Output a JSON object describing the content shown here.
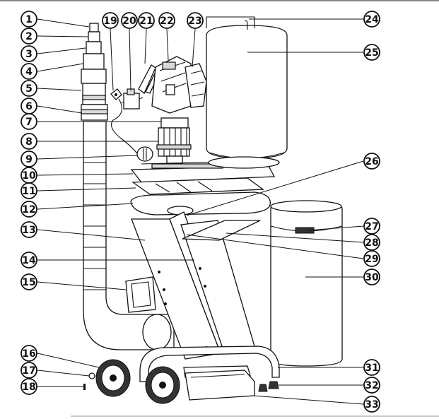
{
  "callouts": [
    {
      "id": "1",
      "label": "1"
    },
    {
      "id": "2",
      "label": "2"
    },
    {
      "id": "3",
      "label": "3"
    },
    {
      "id": "4",
      "label": "4"
    },
    {
      "id": "5",
      "label": "5"
    },
    {
      "id": "6",
      "label": "6"
    },
    {
      "id": "7",
      "label": "7"
    },
    {
      "id": "8",
      "label": "8"
    },
    {
      "id": "9",
      "label": "9"
    },
    {
      "id": "10",
      "label": "10"
    },
    {
      "id": "11",
      "label": "11"
    },
    {
      "id": "12",
      "label": "12"
    },
    {
      "id": "13",
      "label": "13"
    },
    {
      "id": "14",
      "label": "14"
    },
    {
      "id": "15",
      "label": "15"
    },
    {
      "id": "16",
      "label": "16"
    },
    {
      "id": "17",
      "label": "17"
    },
    {
      "id": "18",
      "label": "18"
    },
    {
      "id": "19",
      "label": "19"
    },
    {
      "id": "20",
      "label": "20"
    },
    {
      "id": "21",
      "label": "21"
    },
    {
      "id": "22",
      "label": "22"
    },
    {
      "id": "23",
      "label": "23"
    },
    {
      "id": "24",
      "label": "24"
    },
    {
      "id": "25",
      "label": "25"
    },
    {
      "id": "26",
      "label": "26"
    },
    {
      "id": "27",
      "label": "27"
    },
    {
      "id": "28",
      "label": "28"
    },
    {
      "id": "29",
      "label": "29"
    },
    {
      "id": "30",
      "label": "30"
    },
    {
      "id": "31",
      "label": "31"
    },
    {
      "id": "32",
      "label": "32"
    },
    {
      "id": "33",
      "label": "33"
    }
  ]
}
